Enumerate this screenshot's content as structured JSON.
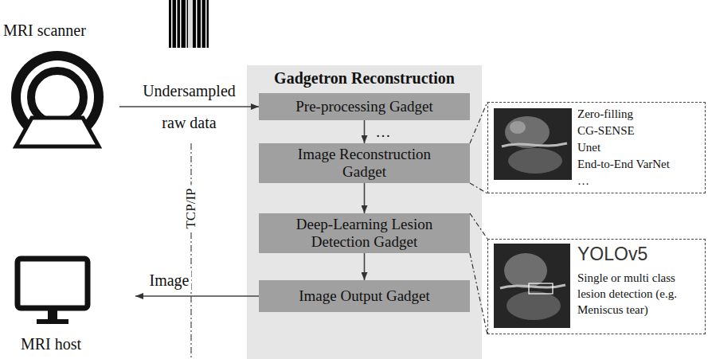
{
  "diagram": {
    "nodes": [
      {
        "text": [
          "MRI scanner"
        ]
      },
      {
        "text": [
          "Gadgetron Reconstruction"
        ]
      },
      {
        "text": [
          "Pre-processing Gadget"
        ],
        "in": 1
      },
      {
        "text": [
          "Image Reconstruction Gadget"
        ],
        "in": 1
      },
      {
        "text": [
          "Deep-Learning Lesion Detection Gadget"
        ],
        "in": 1
      },
      {
        "text": [
          "Image Output Gadget"
        ],
        "in": 1
      },
      {
        "text": [
          "Zero-filling",
          "CG-SENSE",
          "Unet",
          "End-to-End VarNet",
          "…"
        ]
      },
      {
        "text": [
          "YOLOv5",
          "Single or multi class lesion detection (e.g. Meniscus tear)"
        ]
      },
      {
        "text": [
          "MRI host"
        ]
      }
    ],
    "edges": [
      {
        "from": 0,
        "to": 2,
        "label": "Undersampled raw data",
        "arrow": "to"
      },
      {
        "from": 2,
        "to": 3,
        "label": "…",
        "arrow": "to"
      },
      {
        "from": 3,
        "to": 4,
        "arrow": "to"
      },
      {
        "from": 4,
        "to": 5,
        "arrow": "to"
      },
      {
        "from": 5,
        "to": 8,
        "label": "Image",
        "arrow": "to"
      },
      {
        "from": 3,
        "to": 6,
        "arrow": "none"
      },
      {
        "from": 4,
        "to": 7,
        "arrow": "none"
      }
    ],
    "labels": [
      "TCP/IP"
    ]
  }
}
